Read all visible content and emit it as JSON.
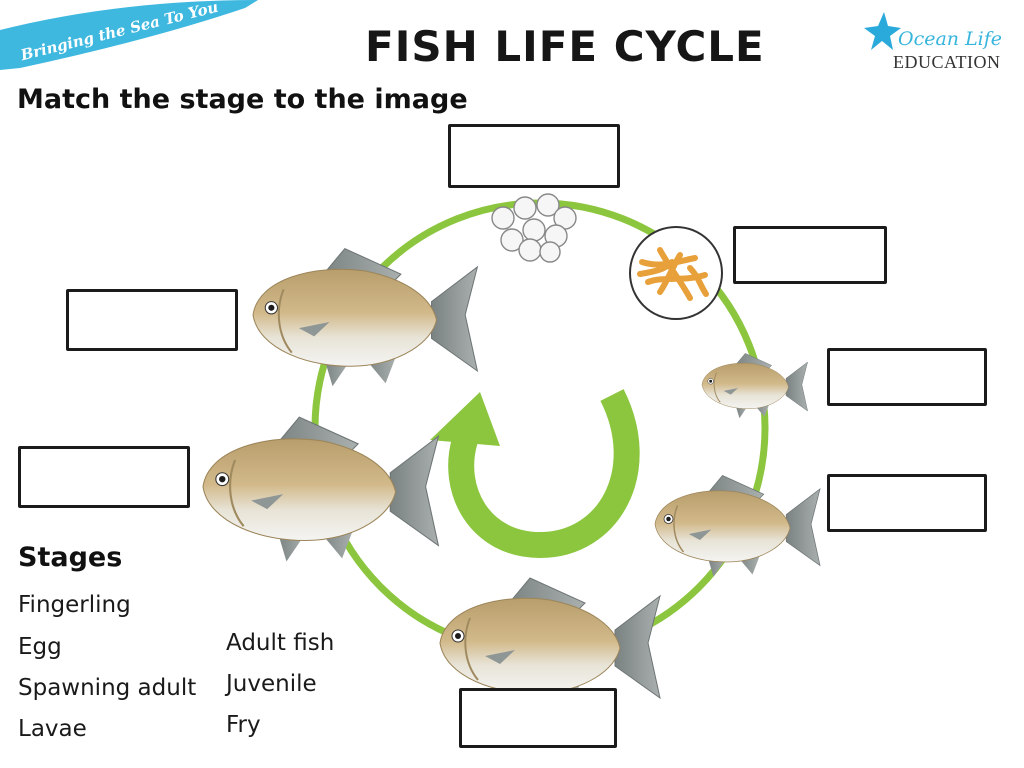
{
  "banner": {
    "text": "Bringing the Sea To You",
    "color": "#3fb8e0"
  },
  "title": "FISH LIFE CYCLE",
  "logo": {
    "line1": "Ocean Life",
    "line2": "EDUCATION",
    "star_color": "#2aa9db"
  },
  "subtitle": "Match the stage to the image",
  "stages_heading": "Stages",
  "stages_col1": [
    "Fingerling",
    "Egg",
    "Spawning adult",
    "Lavae"
  ],
  "stages_col2": [
    "Adult fish",
    "Juvenile",
    "Fry"
  ],
  "colors": {
    "cycle_ring": "#8cc63f",
    "arrow": "#8cc63f",
    "fish_body": "#c9ae78",
    "fish_belly": "#eeeeec",
    "fin": "#8a9191",
    "larva": "#e8a13a"
  }
}
